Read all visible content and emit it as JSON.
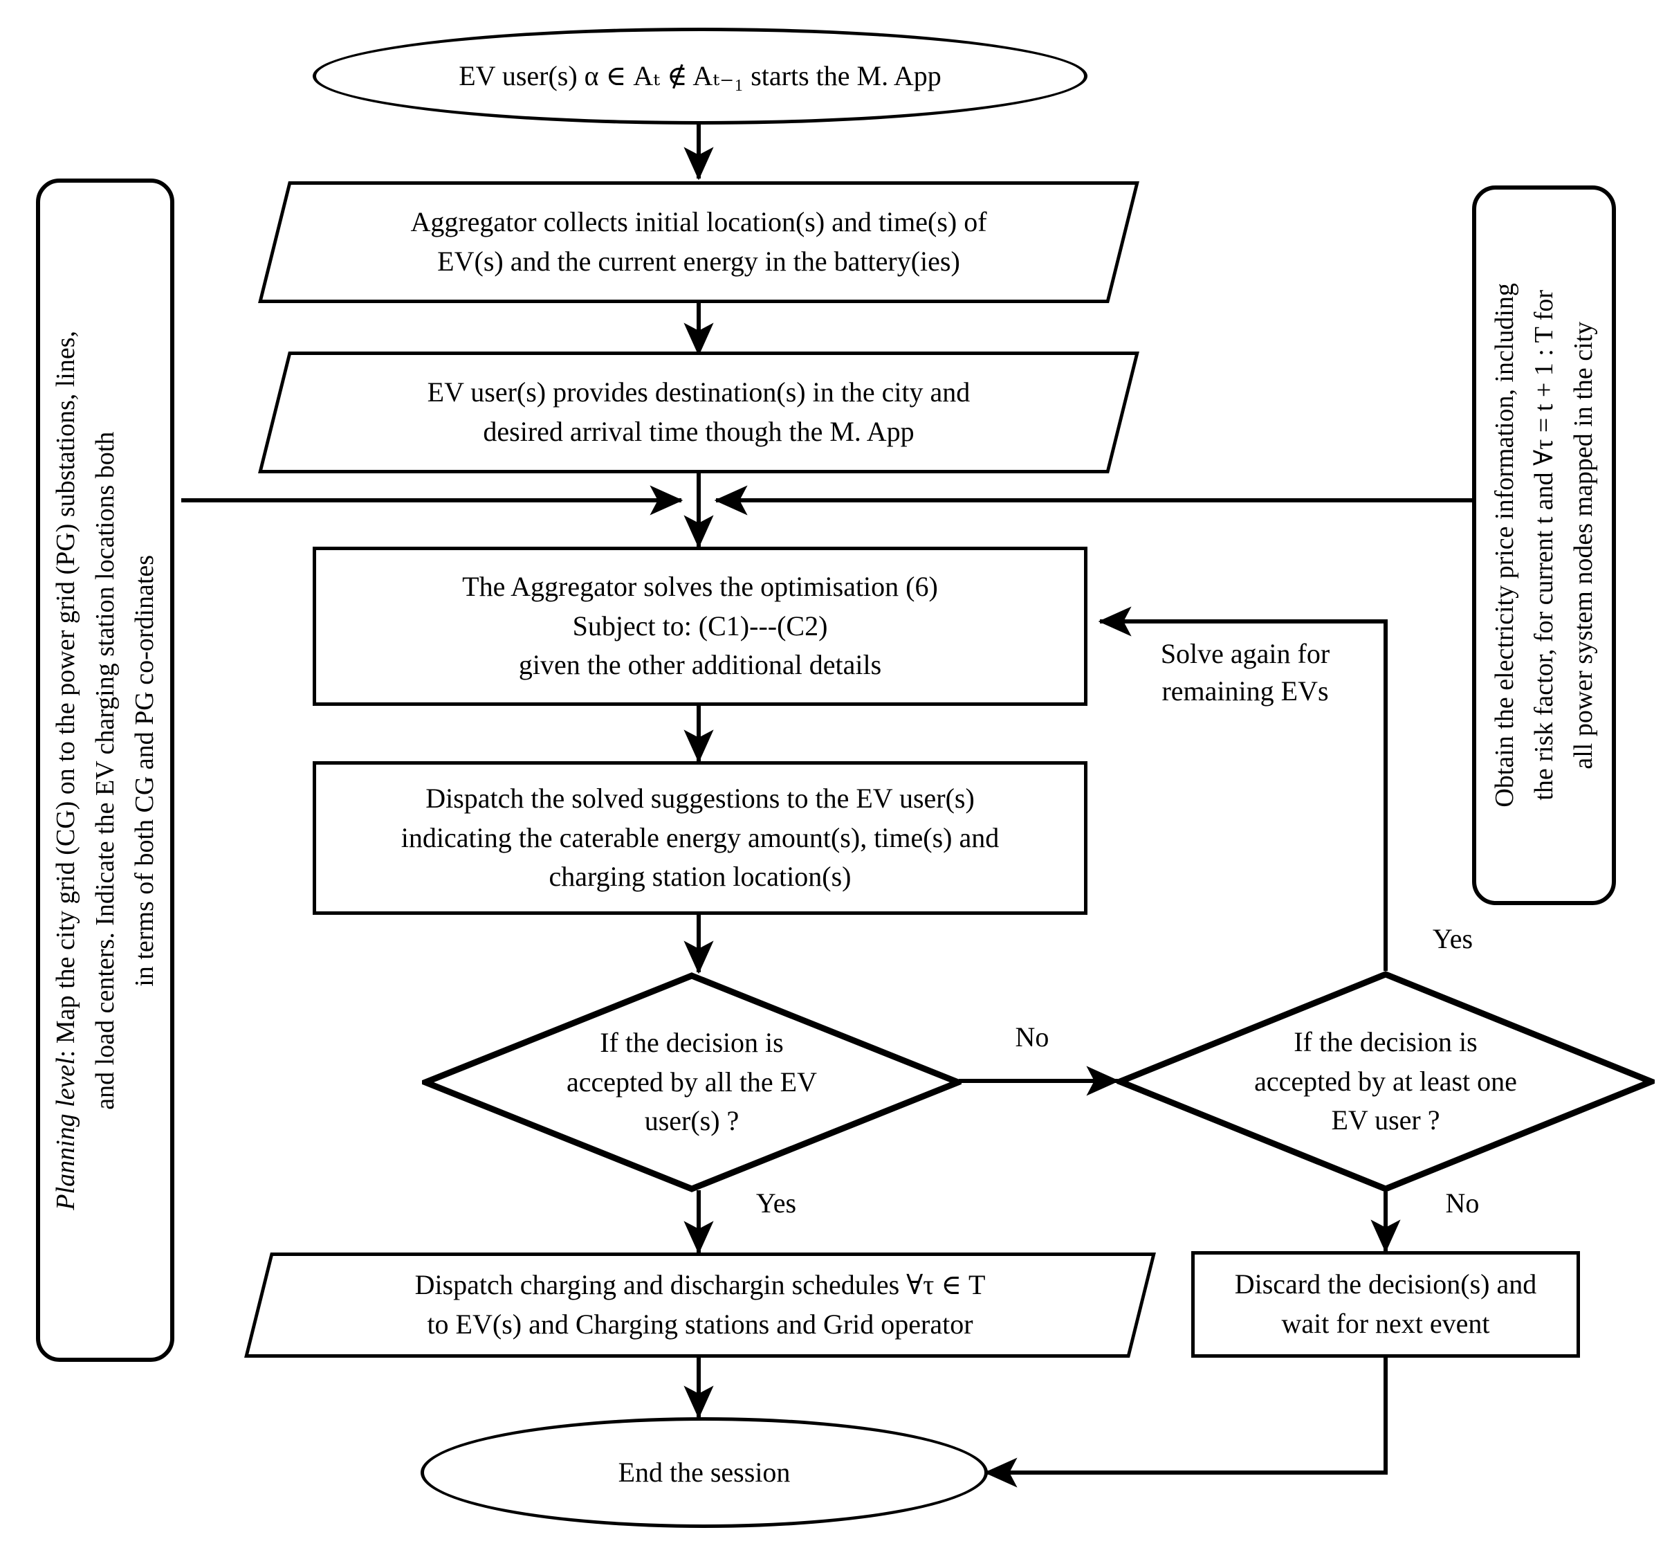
{
  "diagram": {
    "title": "EV aggregator scheduling flowchart",
    "stroke_color": "#000000",
    "background_color": "#ffffff"
  },
  "nodes": {
    "start_oval": {
      "shape": "oval",
      "text": "EV user(s) α ∈ Aₜ ∉ Aₜ₋₁ starts the M. App"
    },
    "collect_io": {
      "shape": "parallelogram",
      "line1": "Aggregator collects initial location(s) and time(s) of",
      "line2": "EV(s) and the current energy in the battery(ies)"
    },
    "destination_io": {
      "shape": "parallelogram",
      "line1": "EV user(s) provides destination(s) in the city and",
      "line2": "desired arrival time though the M. App"
    },
    "optimisation_box": {
      "shape": "rectangle",
      "line1": "The Aggregator solves the optimisation (6)",
      "line2": "Subject to: (C1)---(C2)",
      "line3": "given the other additional details"
    },
    "dispatch_box": {
      "shape": "rectangle",
      "line1": "Dispatch the solved suggestions to the EV user(s)",
      "line2": "indicating the caterable energy amount(s), time(s) and",
      "line3": "charging station location(s)"
    },
    "decision_all": {
      "shape": "diamond",
      "line1": "If the decision is",
      "line2": "accepted by all the EV",
      "line3": "user(s) ?"
    },
    "decision_one": {
      "shape": "diamond",
      "line1": "If the decision is",
      "line2": "accepted by at least one",
      "line3": "EV user ?"
    },
    "dispatch_schedules_io": {
      "shape": "parallelogram",
      "line1": "Dispatch charging and dischargin schedules ∀τ ∈ T",
      "line2": "to EV(s) and Charging stations and Grid operator"
    },
    "discard_box": {
      "shape": "rectangle",
      "line1": "Discard the decision(s) and",
      "line2": "wait for next event"
    },
    "end_oval": {
      "shape": "oval",
      "text": "End the session"
    }
  },
  "side_panels": {
    "left": {
      "emphasis": "Planning level",
      "text": ": Map the city grid (CG) on to the power grid (PG) substations, lines,\nand load centers. Indicate the EV charging station locations both\nin terms of both CG and PG co-ordinates"
    },
    "right": {
      "text": "Obtain the electricity price information, including\nthe risk factor, for current t and ∀τ = t + 1 : T for\nall power system nodes mapped in the city"
    }
  },
  "edge_labels": {
    "solve_again": "Solve again for\nremaining EVs",
    "no_all_users": "No",
    "yes_all_users": "Yes",
    "yes_one_user": "Yes",
    "no_one_user": "No"
  }
}
